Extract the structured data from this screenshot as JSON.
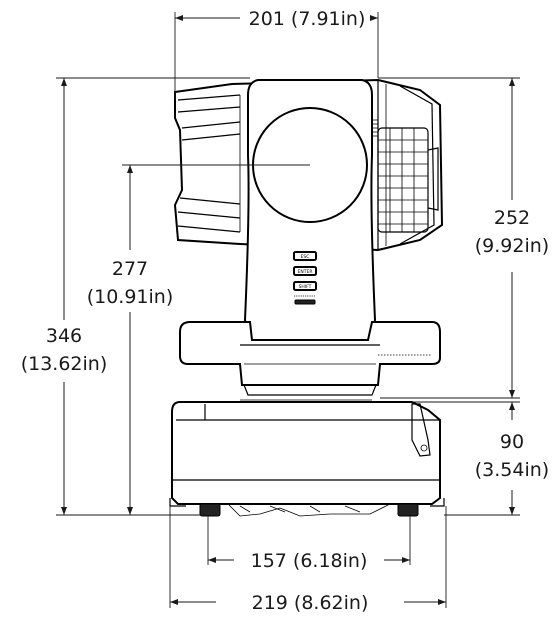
{
  "dimensions": {
    "width_top": {
      "label": "201 (7.91in)"
    },
    "height_head_mm": {
      "label": "252"
    },
    "height_head_in": {
      "label": "(9.92in)"
    },
    "height_tilt_mm": {
      "label": "277"
    },
    "height_tilt_in": {
      "label": "(10.91in)"
    },
    "height_total_mm": {
      "label": "346"
    },
    "height_total_in": {
      "label": "(13.62in)"
    },
    "height_base_mm": {
      "label": "90"
    },
    "height_base_in": {
      "label": "(3.54in)"
    },
    "width_feet": {
      "label": "157 (6.18in)"
    },
    "width_base": {
      "label": "219 (8.62in)"
    }
  },
  "control_panel": {
    "buttons": [
      "ESC",
      "ENTER",
      "SHIFT"
    ]
  }
}
